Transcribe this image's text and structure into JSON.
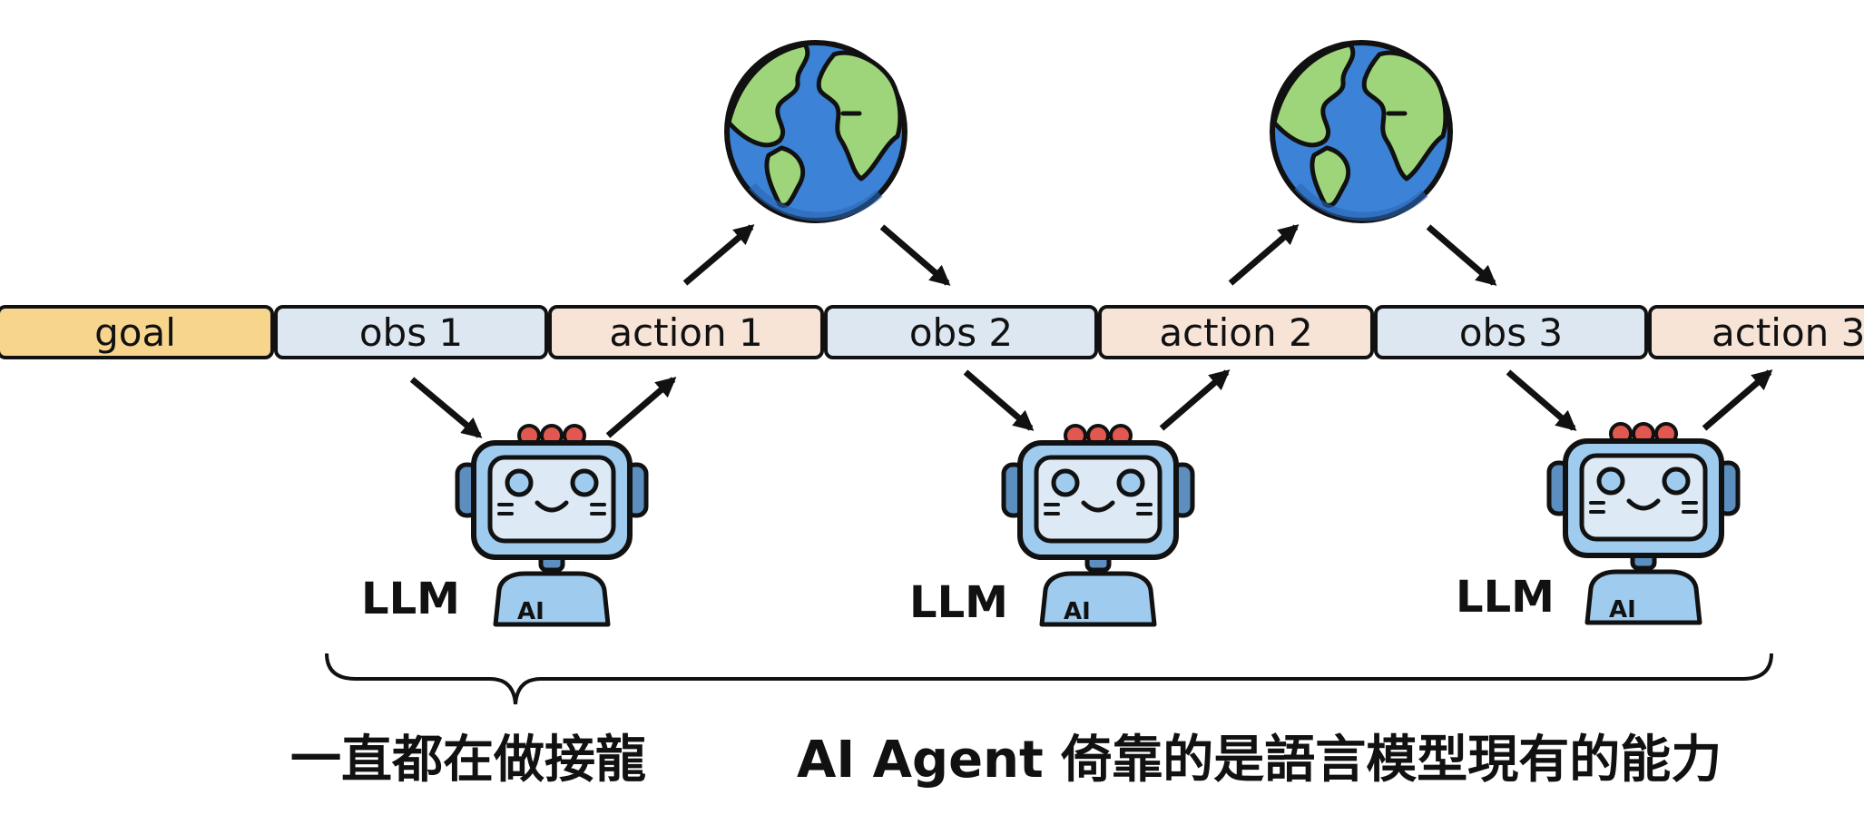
{
  "sequence": [
    {
      "label": "goal",
      "kind": "goal"
    },
    {
      "label": "obs 1",
      "kind": "obs"
    },
    {
      "label": "action 1",
      "kind": "action"
    },
    {
      "label": "obs 2",
      "kind": "obs"
    },
    {
      "label": "action 2",
      "kind": "action"
    },
    {
      "label": "obs 3",
      "kind": "obs"
    },
    {
      "label": "action 3",
      "kind": "action"
    }
  ],
  "llm": {
    "label_1": "LLM",
    "label_2": "LLM",
    "label_3": "LLM",
    "badge": "AI"
  },
  "captions": {
    "left": "一直都在做接龍",
    "right": "AI Agent 倚靠的是語言模型現有的能力"
  },
  "colors": {
    "goal": "#f7d58d",
    "obs": "#dde7f2",
    "action": "#f7e4d7",
    "ocean": "#3c82d6",
    "land": "#9fd57a",
    "robot_face": "#9fcbef",
    "robot_screen": "#dde9f4",
    "robot_bulb": "#e0584f"
  }
}
